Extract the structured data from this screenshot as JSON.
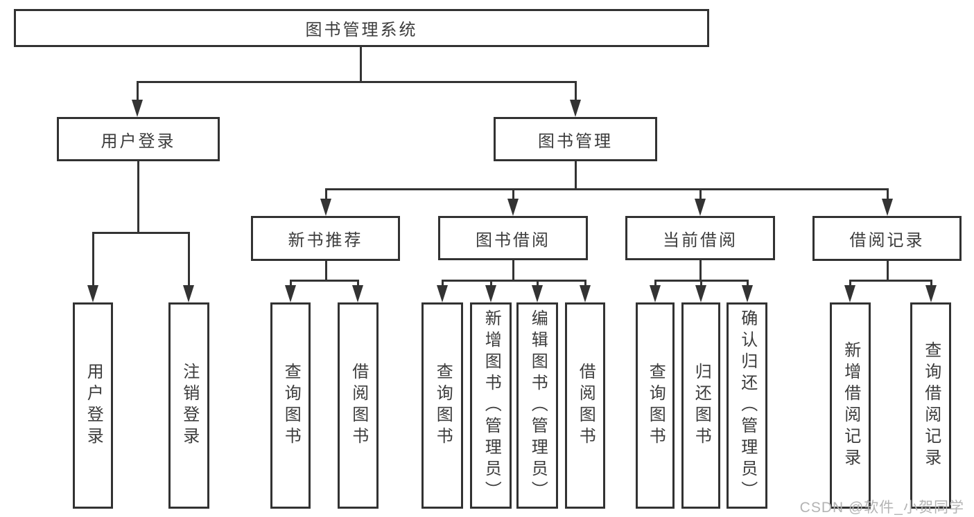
{
  "tree": {
    "label": "图书管理系统",
    "children": [
      {
        "label": "用户登录",
        "children": [
          {
            "label": "用户登录"
          },
          {
            "label": "注销登录"
          }
        ]
      },
      {
        "label": "图书管理",
        "children": [
          {
            "label": "新书推荐",
            "children": [
              {
                "label": "查询图书"
              },
              {
                "label": "借阅图书"
              }
            ]
          },
          {
            "label": "图书借阅",
            "children": [
              {
                "label": "查询图书"
              },
              {
                "label": "新增图书（管理员）"
              },
              {
                "label": "编辑图书（管理员）"
              },
              {
                "label": "借阅图书"
              }
            ]
          },
          {
            "label": "当前借阅",
            "children": [
              {
                "label": "查询图书"
              },
              {
                "label": "归还图书"
              },
              {
                "label": "确认归还（管理员）"
              }
            ]
          },
          {
            "label": "借阅记录",
            "children": [
              {
                "label": "新增借阅记录"
              },
              {
                "label": "查询借阅记录"
              }
            ]
          }
        ]
      }
    ]
  },
  "watermark": {
    "text": "CSDN @软件_小贺同学"
  },
  "colors": {
    "line": "#333333",
    "box_border": "#323232",
    "text": "#3c3c3c",
    "watermark_text": "#b3b3b3",
    "background": "#ffffff"
  }
}
